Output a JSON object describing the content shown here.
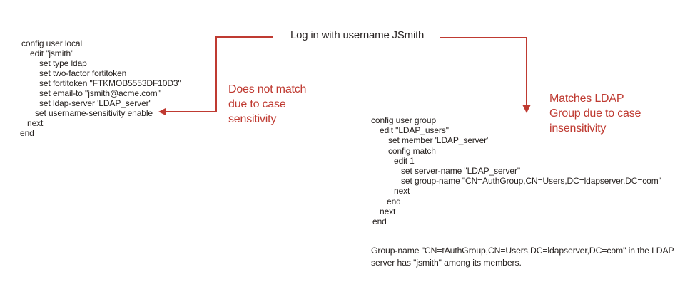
{
  "title": "Log in with username JSmith",
  "left_code": {
    "lines": [
      "config user local",
      "edit \"jsmith\"",
      "set type ldap",
      "set two-factor fortitoken",
      "set fortitoken \"FTKMOB5553DF10D3\"",
      "set email-to \"jsmith@acme.com\"",
      "set ldap-server 'LDAP_server'",
      "set username-sensitivity enable",
      "next",
      "end"
    ]
  },
  "right_code": {
    "lines": [
      "config user group",
      "edit \"LDAP_users\"",
      "set member 'LDAP_server'",
      "config match",
      "edit 1",
      "set server-name \"LDAP_server\"",
      "set group-name \"CN=AuthGroup,CN=Users,DC=ldapserver,DC=com\"",
      "next",
      "end",
      "next",
      "end"
    ]
  },
  "annotations": {
    "left": {
      "lines": [
        "Does not match",
        "due to case",
        "sensitivity"
      ]
    },
    "right": {
      "lines": [
        "Matches LDAP",
        "Group due to case",
        "insensitivity"
      ]
    }
  },
  "footnote": {
    "lines": [
      "Group-name \"CN=tAuthGroup,CN=Users,DC=ldapserver,DC=com\" in the LDAP",
      "server has \"jsmith\" among its members."
    ]
  },
  "colors": {
    "accent_red": "#bf3a31",
    "text": "#26211f",
    "background": "#ffffff"
  }
}
